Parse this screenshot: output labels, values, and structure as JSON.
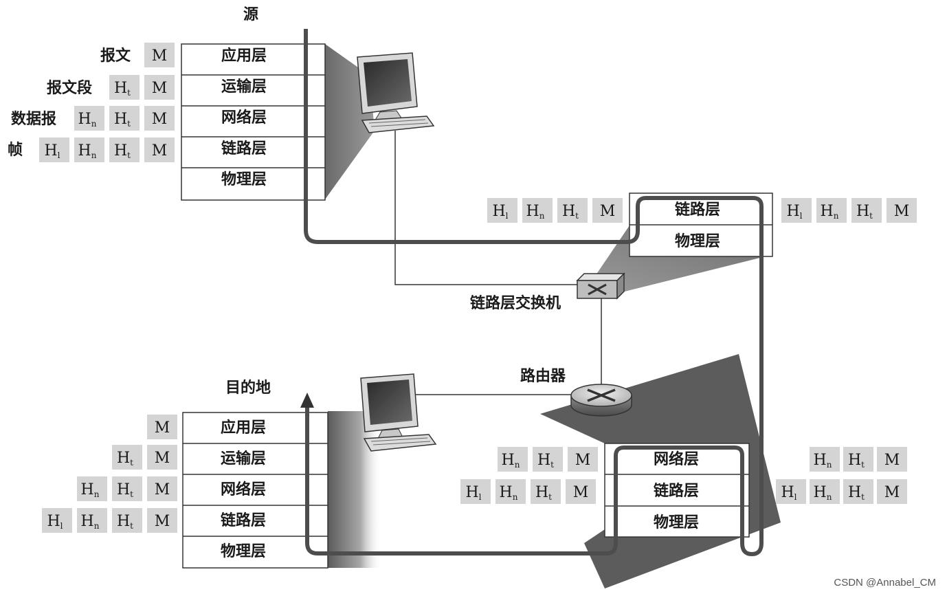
{
  "colors": {
    "cell_fill": "#d4d4d4",
    "path_stroke": "#4d4d4d",
    "shade_dark": "#5c5c5c",
    "line": "#333333"
  },
  "labels": {
    "source": "源",
    "destination": "目的地",
    "switch": "链路层交换机",
    "router": "路由器",
    "message": "报文",
    "segment": "报文段",
    "datagram": "数据报",
    "frame": "帧"
  },
  "layers": {
    "application": "应用层",
    "transport": "运输层",
    "network": "网络层",
    "link": "链路层",
    "physical": "物理层"
  },
  "headers": {
    "m": "M",
    "ht": "H",
    "ht_sub": "t",
    "hn": "H",
    "hn_sub": "n",
    "hl": "H",
    "hl_sub": "l"
  },
  "icons": {
    "computer": "computer-icon",
    "switch": "switch-icon",
    "router": "router-icon"
  },
  "watermark": "CSDN @Annabel_CM"
}
